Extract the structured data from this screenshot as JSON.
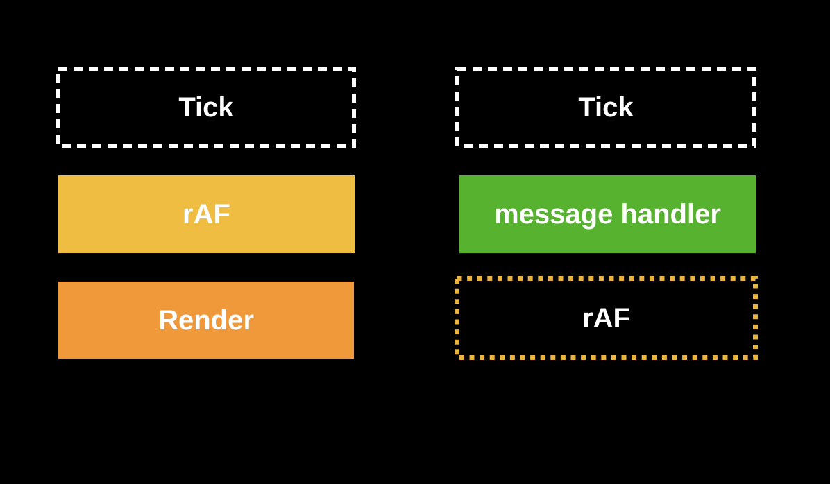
{
  "diagram": {
    "left_column": {
      "boxes": [
        {
          "label": "Tick",
          "style": "dashed-outline"
        },
        {
          "label": "rAF",
          "style": "solid-fill"
        },
        {
          "label": "Render",
          "style": "solid-fill"
        }
      ]
    },
    "right_column": {
      "boxes": [
        {
          "label": "Tick",
          "style": "dashed-outline"
        },
        {
          "label": "message handler",
          "style": "solid-fill"
        },
        {
          "label": "rAF",
          "style": "dotted-outline"
        }
      ]
    }
  },
  "colors": {
    "background": "#000000",
    "text": "#FFFFFF",
    "dash_white": "#FFFFFF",
    "raf_yellow": "#EEBD41",
    "render_orange": "#F0993A",
    "handler_green": "#56B22F",
    "dotted_gold": "#E8B33E"
  }
}
